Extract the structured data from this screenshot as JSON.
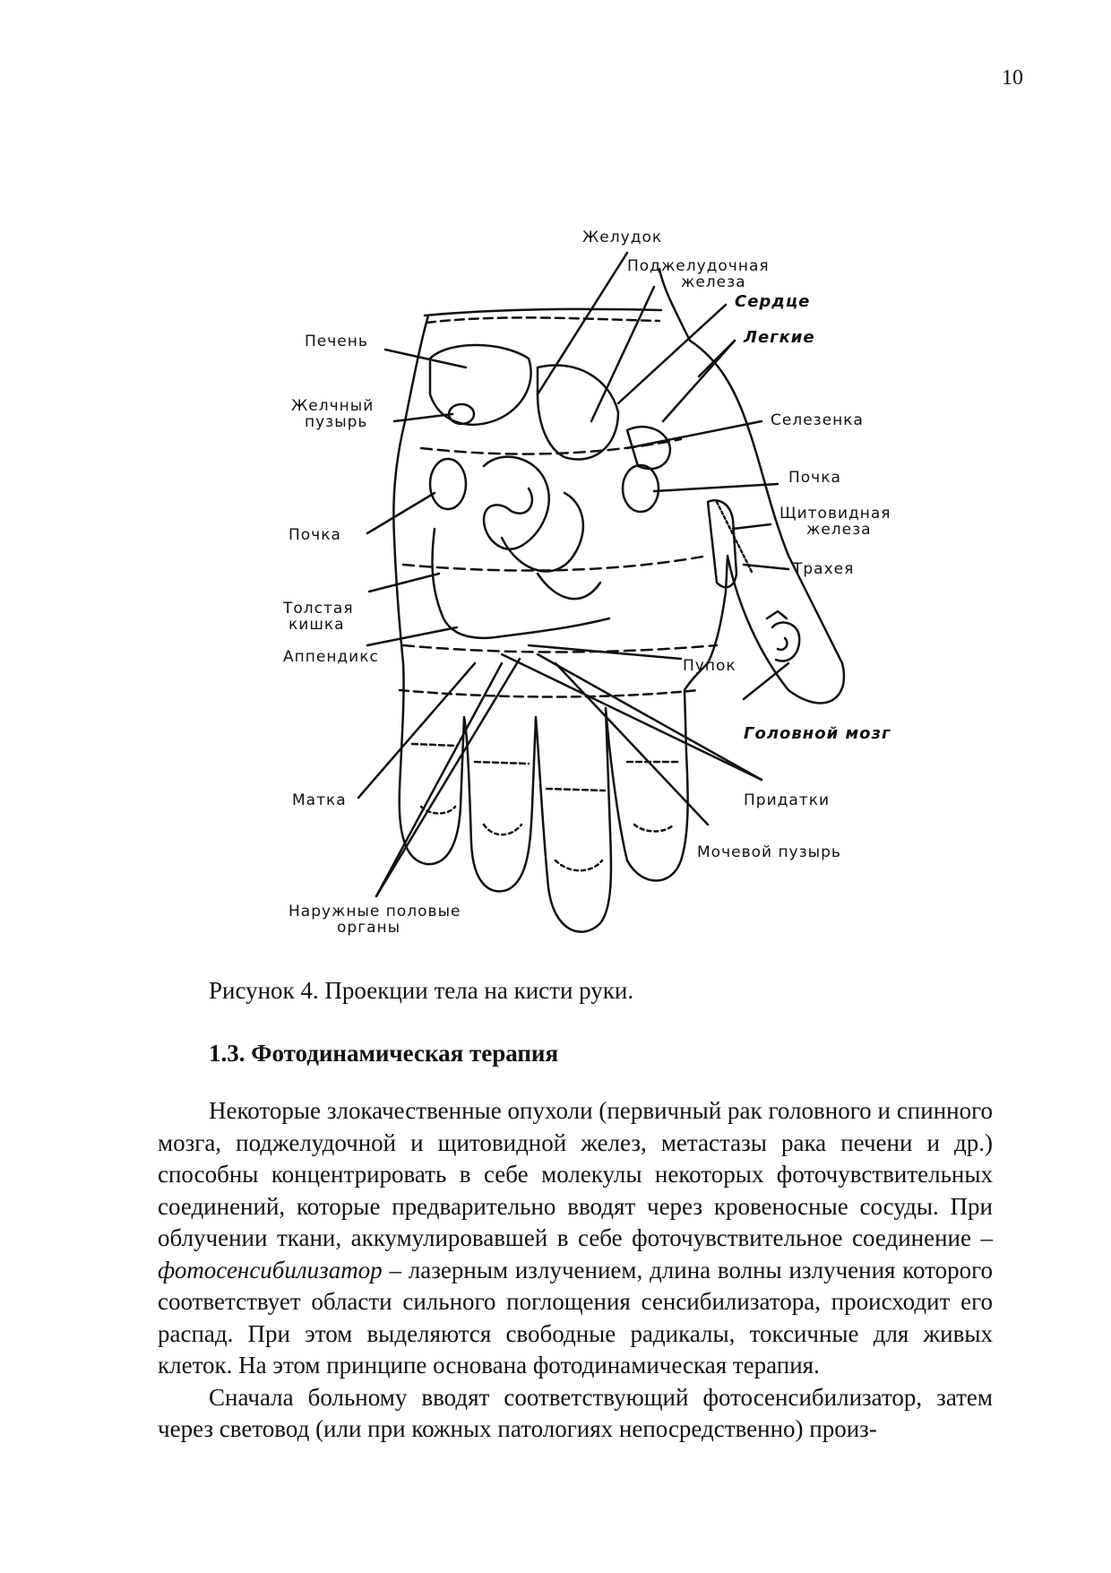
{
  "page": {
    "number": "10"
  },
  "figure": {
    "labels": {
      "stomach": "Желудок",
      "pancreas_1": "Поджелудочная",
      "pancreas_2": "железа",
      "heart": "Сердце",
      "liver": "Печень",
      "lungs": "Легкие",
      "gallbladder_1": "Желчный",
      "gallbladder_2": "пузырь",
      "spleen": "Селезенка",
      "kidney_right": "Почка",
      "thyroid_1": "Щитовидная",
      "thyroid_2": "железа",
      "kidney_left": "Почка",
      "trachea": "Трахея",
      "colon_1": "Толстая",
      "colon_2": "кишка",
      "appendix": "Аппендикс",
      "navel": "Пупок",
      "brain": "Головной мозг",
      "uterus": "Матка",
      "adnexa": "Придатки",
      "bladder": "Мочевой пузырь",
      "genitals_1": "Наружные половые",
      "genitals_2": "органы"
    },
    "caption": "Рисунок 4. Проекции тела на кисти руки."
  },
  "section": {
    "heading": "1.3. Фотодинамическая терапия",
    "p1_before": "Некоторые злокачественные опухоли (первичный рак головного и спинного мозга, поджелудочной и щитовидной желез, метастазы рака печени и др.) способны концентрировать в себе молекулы некоторых фоточувствительных соединений, которые предварительно вводят через кровеносные сосуды. При облучении ткани, аккумулировавшей в себе фоточувствительное соединение – ",
    "p1_term": "фотосенсибилизатор",
    "p1_after": " – лазерным излучением, длина волны излучения которого соответствует области сильного поглощения сенсибилизатора, происходит его распад. При этом выделяются свободные радикалы, токсичные для живых клеток. На этом принципе основана фотодинамическая терапия.",
    "p2": "Сначала больному вводят соответствующий фотосенсибилизатор, затем через световод (или при кожных патологиях непосредственно) произ-"
  }
}
